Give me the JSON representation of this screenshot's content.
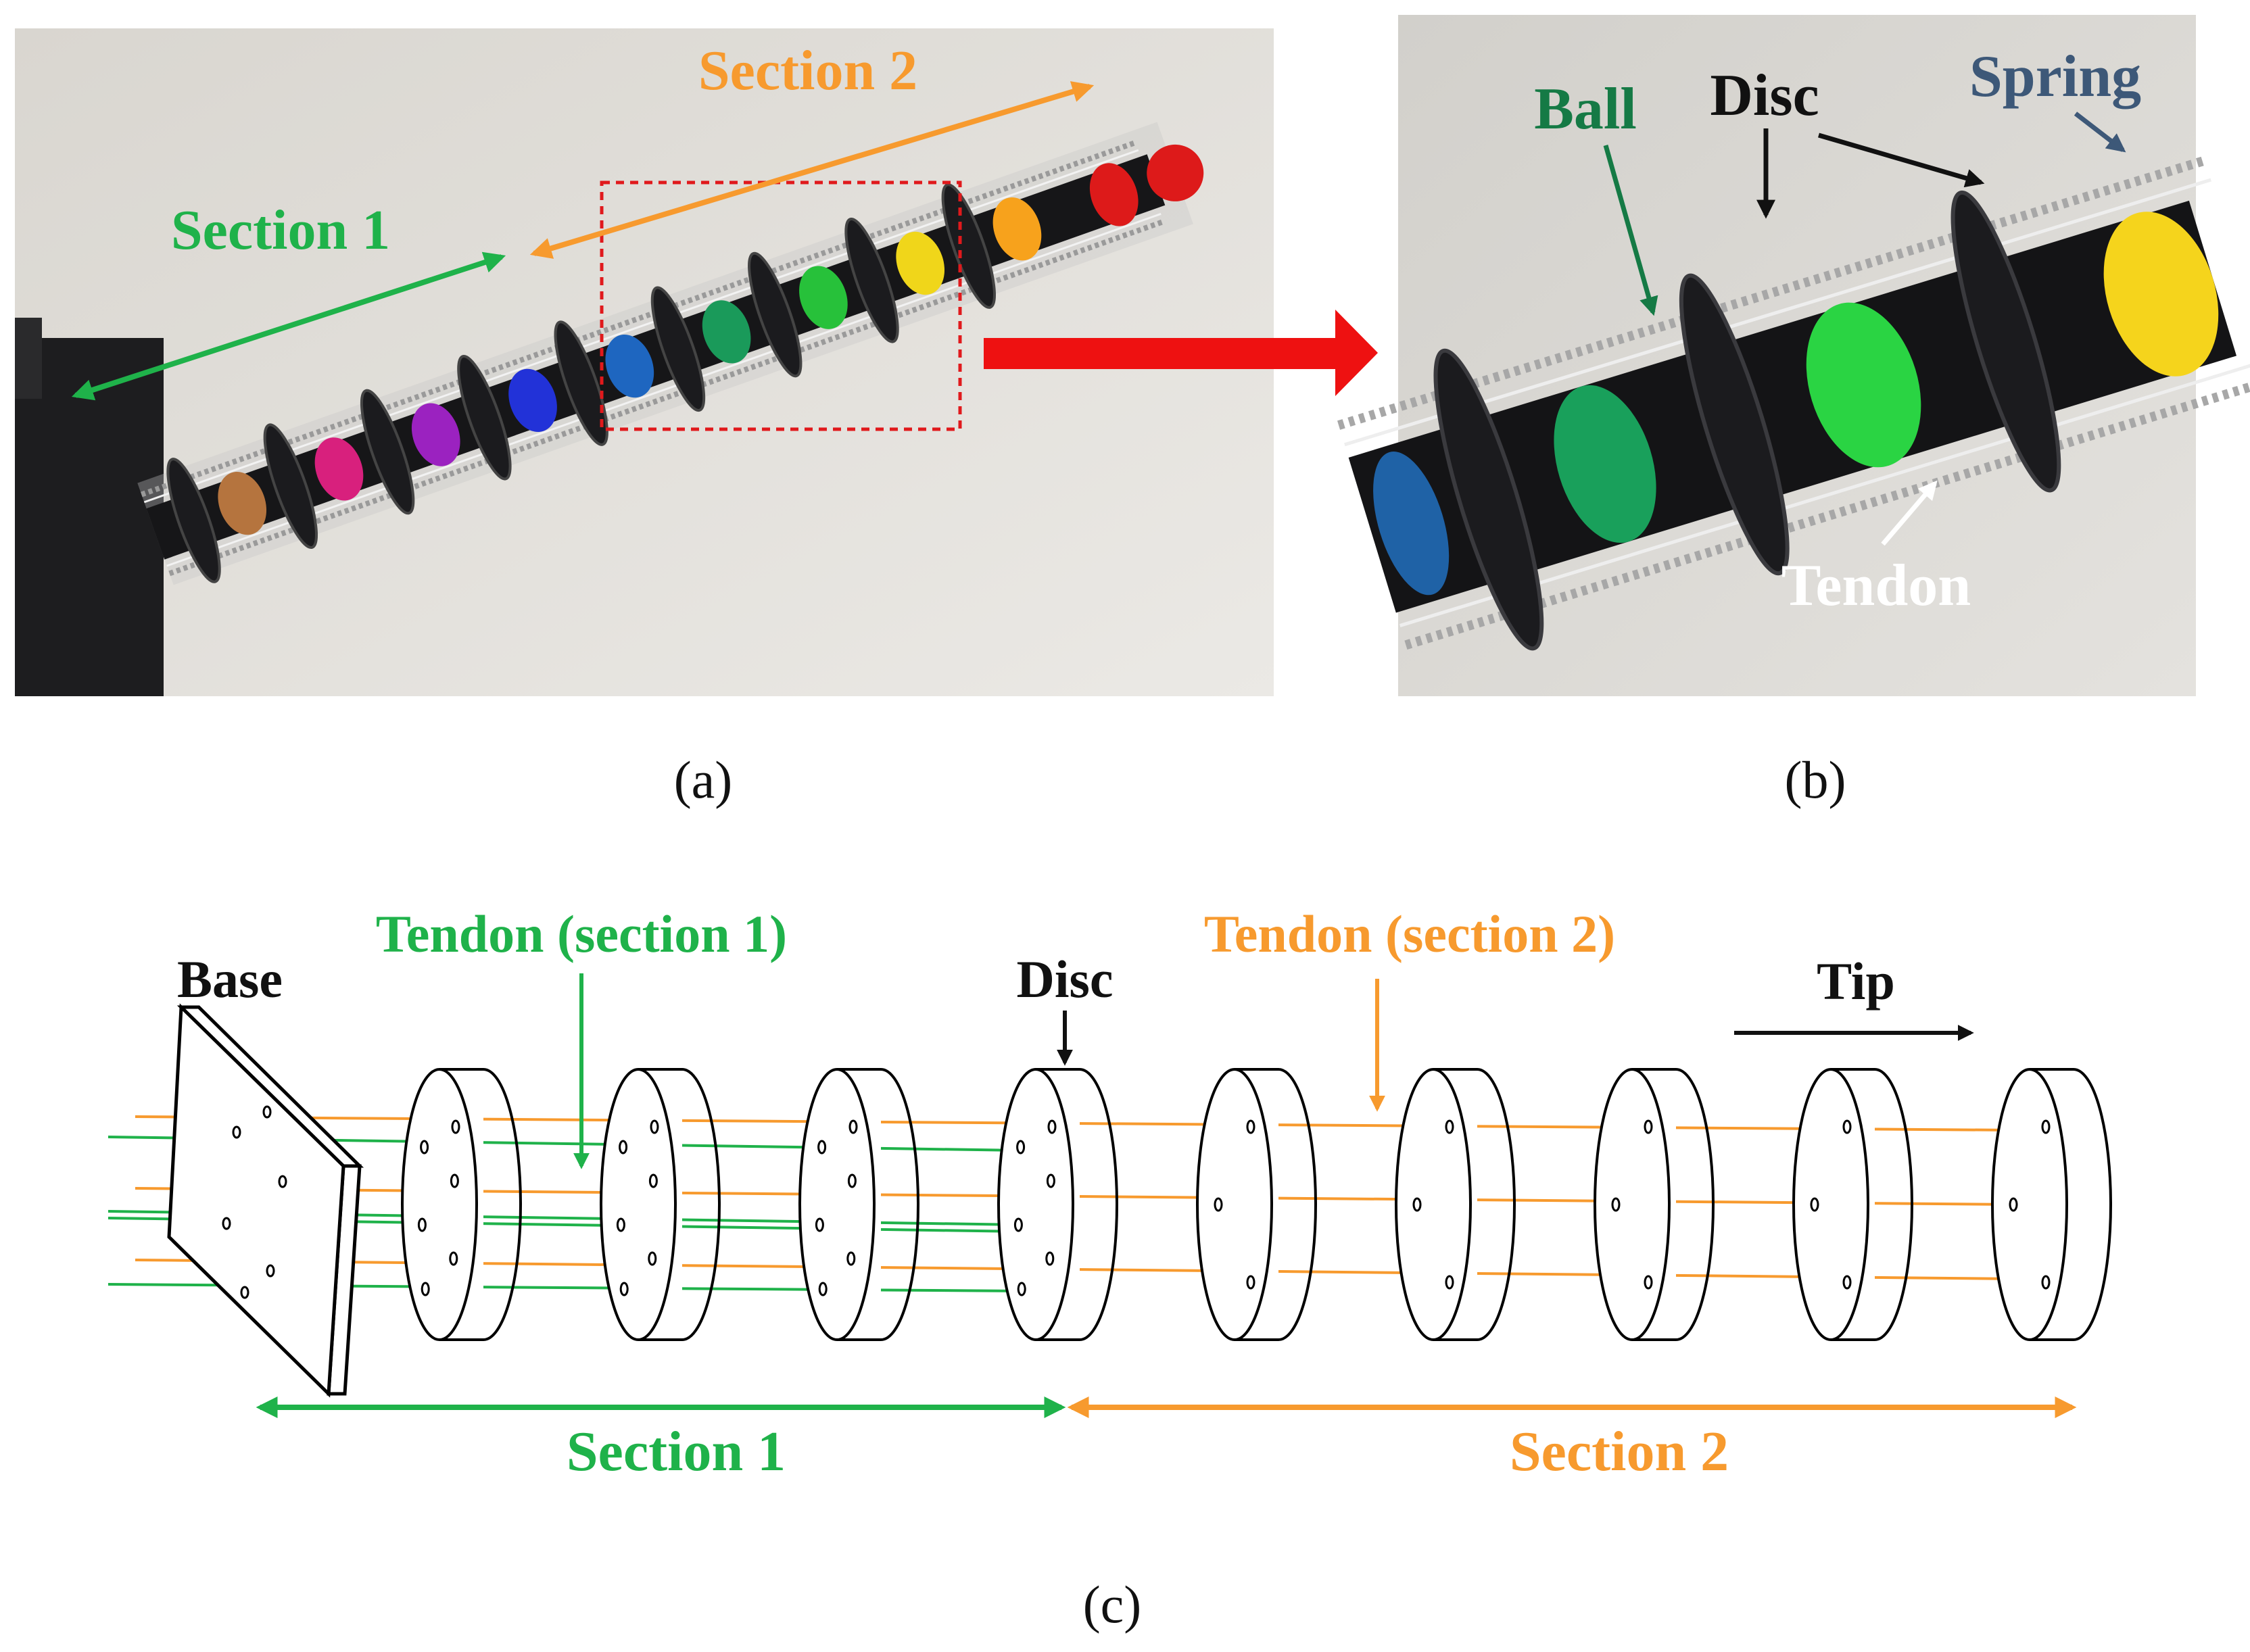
{
  "panel_a": {
    "caption": "(a)",
    "section1_label": "Section 1",
    "section2_label": "Section 2",
    "colors": {
      "section1": "#1fb24a",
      "section2": "#f79a2e",
      "highlight_box": "#e0191c",
      "arrow": "#ee1111"
    },
    "ball_colors": [
      "#b5743e",
      "#d8207d",
      "#9b22c0",
      "#2232d8",
      "#1e66c0",
      "#1a9a5a",
      "#27c13a",
      "#f0d61a",
      "#f7a21c",
      "#dd1a1a"
    ]
  },
  "panel_b": {
    "caption": "(b)",
    "ball_label": "Ball",
    "disc_label": "Disc",
    "spring_label": "Spring",
    "tendon_label": "Tendon",
    "colors": {
      "ball": "#157a45",
      "spring": "#3d5878",
      "tendon": "#ffffff"
    }
  },
  "panel_c": {
    "caption": "(c)",
    "base_label": "Base",
    "disc_label": "Disc",
    "tip_label": "Tip",
    "tendon1_label": "Tendon (section 1)",
    "tendon2_label": "Tendon (section 2)",
    "section1_label": "Section 1",
    "section2_label": "Section 2",
    "section1_disc_count": 4,
    "section2_disc_count": 5,
    "colors": {
      "section1": "#1fb24a",
      "section2": "#f79a2e"
    }
  }
}
